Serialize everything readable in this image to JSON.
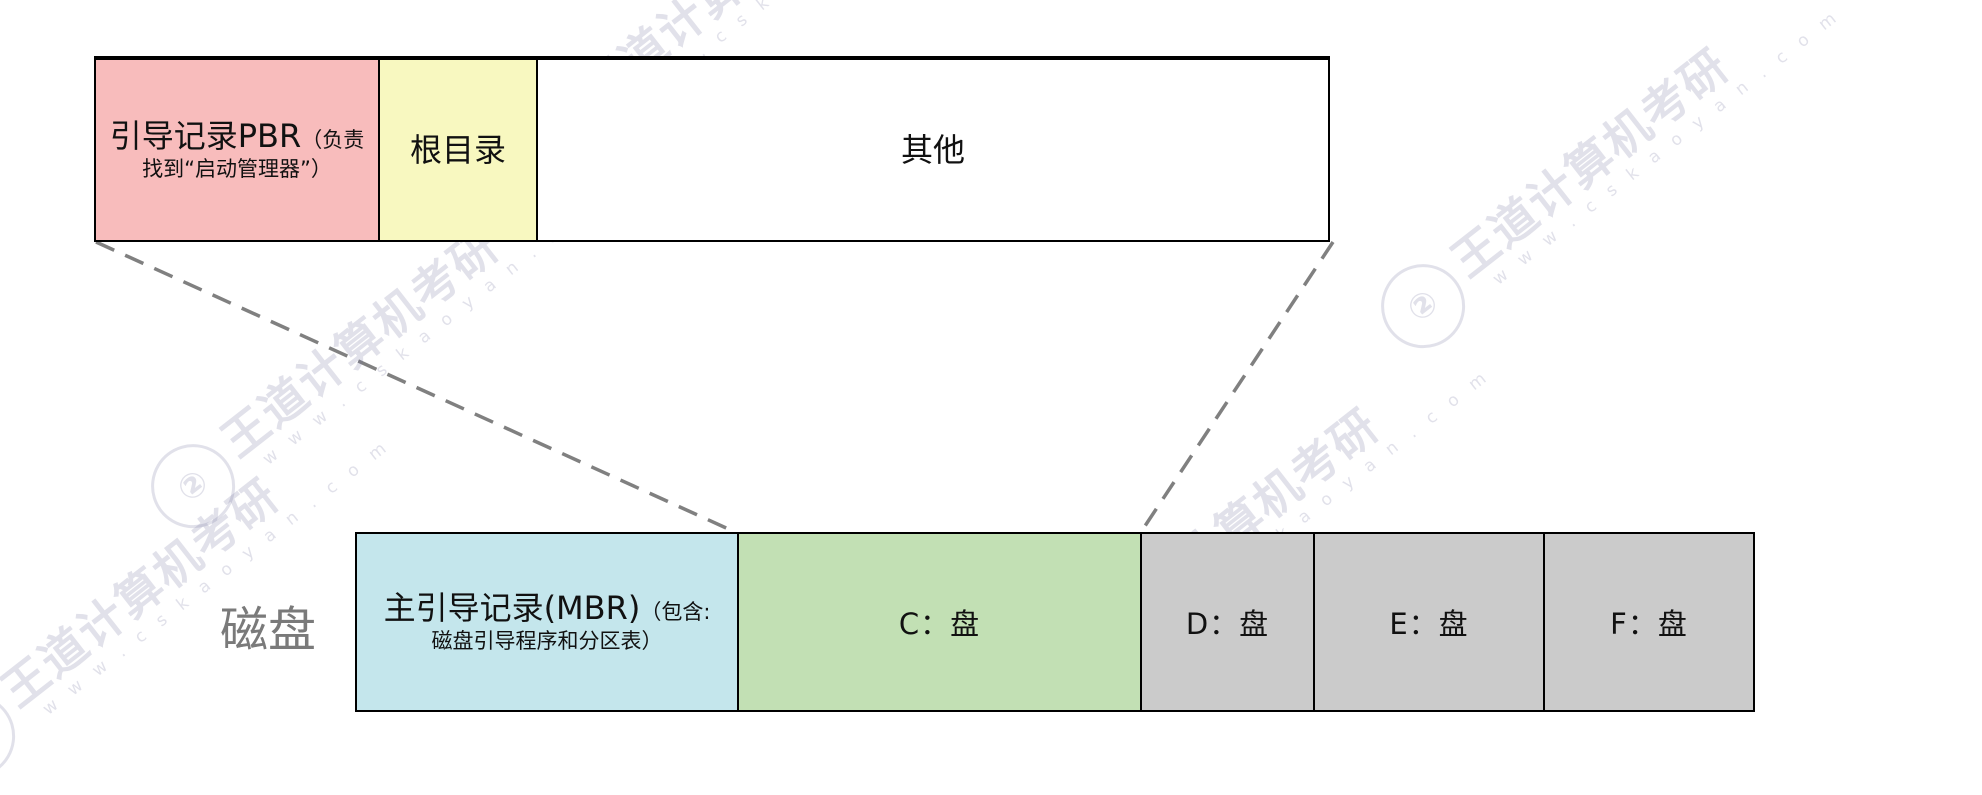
{
  "partition_row": {
    "pbr_main": "引导记录PBR",
    "pbr_sub_inline": "（负责",
    "pbr_sub_line2": "找到“启动管理器”）",
    "root_label": "根目录",
    "other_label": "其他"
  },
  "disk_row": {
    "mbr_main": "主引导记录(MBR)",
    "mbr_sub_inline": "（包含:",
    "mbr_sub_line2": "磁盘引导程序和分区表）",
    "c_label": "C：盘",
    "d_label": "D：盘",
    "e_label": "E：盘",
    "f_label": "F：盘"
  },
  "side_label": "磁盘",
  "watermark": {
    "brand_cn": "王道计算机考研",
    "brand_url": "w w w . c s k a o y a n . c o m",
    "logo_glyph": "②"
  },
  "colors": {
    "pbr_fill": "#f8bcbc",
    "root_fill": "#f8f8c0",
    "other_fill": "#ffffff",
    "mbr_fill": "#c4e6ec",
    "c_fill": "#c2e0b4",
    "d_fill": "#cbcbcb",
    "e_fill": "#cbcbcb",
    "f_fill": "#cbcbcb",
    "connector": "#808080"
  }
}
